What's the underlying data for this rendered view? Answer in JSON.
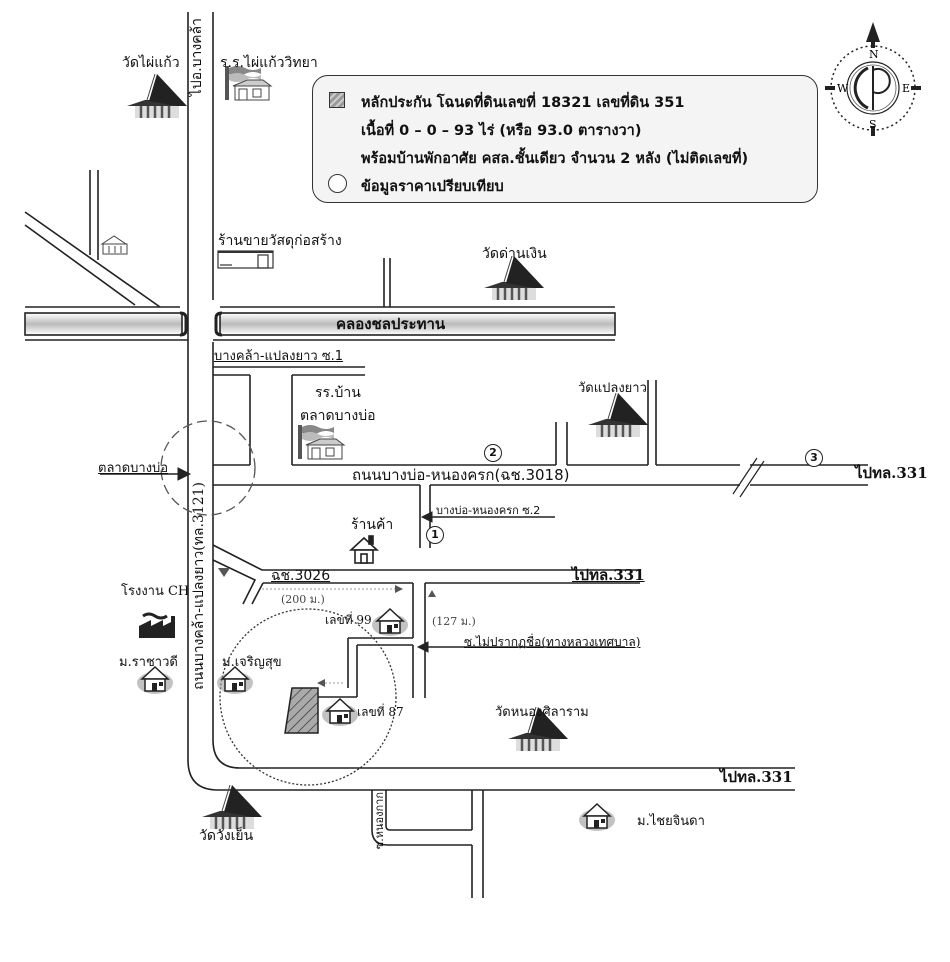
{
  "legend": {
    "collateral_line1": "หลักประกัน โฉนดที่ดินเลขที่ 18321 เลขที่ดิน 351",
    "collateral_line2": "เนื้อที่ 0 – 0 – 93 ไร่ (หรือ 93.0 ตารางวา)",
    "collateral_line3": "พร้อมบ้านพักอาศัย คสล.ชั้นเดียว จำนวน 2 หลัง (ไม่ติดเลขที่)",
    "comparison_label": "ข้อมูลราคาเปรียบเทียบ"
  },
  "compass": {
    "n": "N",
    "s": "S",
    "e": "E",
    "w": "W"
  },
  "roads": {
    "north_road": "ไปอ.บางคล้า",
    "main_road": "ถนนบางคล้า-แปลงยาว(ทล.3121)",
    "canal": "คลองชลประทาน",
    "soi_1": "บางคล้า-แปลงยาว ซ.1",
    "bangbo_road": "ถนนบางบ่อ-หนองครก(ฉช.3018)",
    "to_331_a": "ไปทล.331",
    "soi_2": "บางบ่อ-หนองครก ซ.2",
    "road_3026": "ฉช.3026",
    "to_331_b": "ไปทล.331",
    "unnamed_soi": "ซ.ไม่ปรากฏชื่อ(ทางหลวงเทศบาล)",
    "to_331_c": "ไปทล.331",
    "soi_nong_krok": "ซ.หนองกาก"
  },
  "distances": {
    "d200": "(200 ม.)",
    "d127": "(127 ม.)"
  },
  "markers": {
    "m1": "1",
    "m2": "2",
    "m3": "3"
  },
  "landmarks": {
    "wat_phai_kaeo": "วัดไผ่แก้ว",
    "school_phai_kaeo": "ร.ร.ไผ่แก้ววิทยา",
    "hardware_store": "ร้านขายวัสดุก่อสร้าง",
    "wat_dan_ngoen": "วัดด่านเงิน",
    "school_talat_1": "รร.บ้าน",
    "school_talat_2": "ตลาดบางบ่อ",
    "wat_plaeng_yao": "วัดแปลงยาว",
    "talat_bang_bo": "ตลาดบางบ่อ",
    "shop": "ร้านค้า",
    "factory": "โรงงาน CH",
    "house_99": "เลขที่ 99",
    "house_87": "เลขที่ 87",
    "village_rachawadee": "ม.ราชาวดี",
    "village_charoensuk": "ม.เจริญสุข",
    "wat_nong_sila": "วัดหนองศิลาราม",
    "wat_wang_yen": "วัดวังเย็น",
    "village_chaichinda": "ม.ไชยจินดา"
  }
}
